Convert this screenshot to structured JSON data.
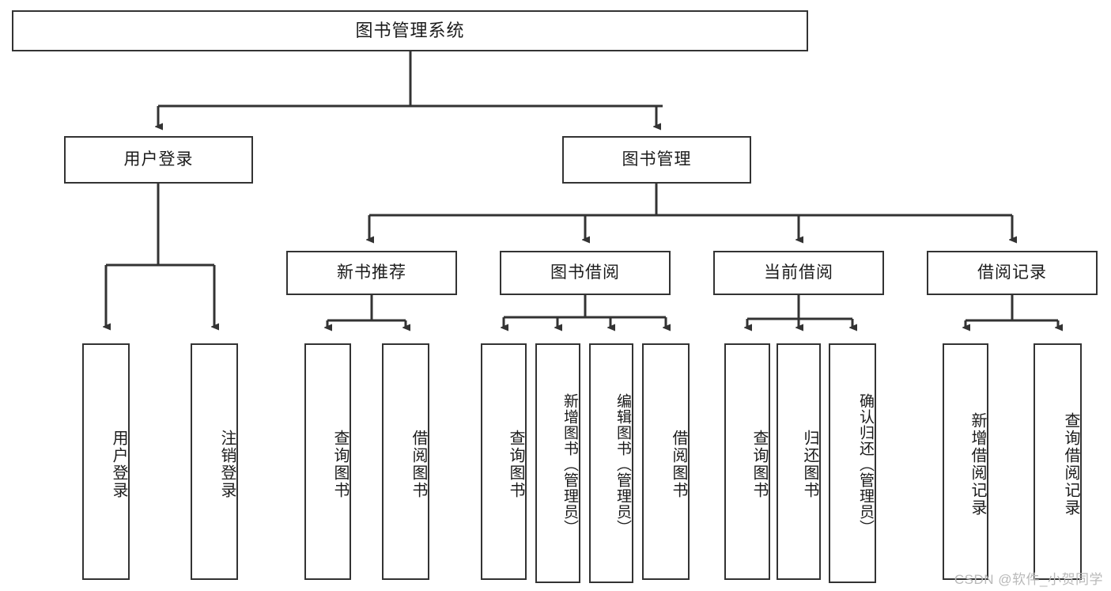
{
  "diagram": {
    "title": "图书管理系统",
    "type": "tree",
    "root": {
      "id": "root",
      "label": "图书管理系统"
    },
    "level2": [
      {
        "id": "user-login",
        "label": "用户登录"
      },
      {
        "id": "book-manage",
        "label": "图书管理"
      }
    ],
    "level3": [
      {
        "id": "new-book-recommend",
        "label": "新书推荐",
        "parent": "book-manage"
      },
      {
        "id": "book-borrow",
        "label": "图书借阅",
        "parent": "book-manage"
      },
      {
        "id": "current-borrow",
        "label": "当前借阅",
        "parent": "book-manage"
      },
      {
        "id": "borrow-record",
        "label": "借阅记录",
        "parent": "book-manage"
      }
    ],
    "leaves": [
      {
        "id": "leaf-user-login",
        "label": "用户登录",
        "parent": "user-login"
      },
      {
        "id": "leaf-logout-login",
        "label": "注销登录",
        "parent": "user-login"
      },
      {
        "id": "leaf-query-book-1",
        "label": "查询图书",
        "parent": "new-book-recommend"
      },
      {
        "id": "leaf-borrow-book-1",
        "label": "借阅图书",
        "parent": "new-book-recommend"
      },
      {
        "id": "leaf-query-book-2",
        "label": "查询图书",
        "parent": "book-borrow"
      },
      {
        "id": "leaf-add-book",
        "label": "新增图书（管理员）",
        "parent": "book-borrow"
      },
      {
        "id": "leaf-edit-book",
        "label": "编辑图书（管理员）",
        "parent": "book-borrow"
      },
      {
        "id": "leaf-borrow-book-2",
        "label": "借阅图书",
        "parent": "book-borrow"
      },
      {
        "id": "leaf-query-book-3",
        "label": "查询图书",
        "parent": "current-borrow"
      },
      {
        "id": "leaf-return-book",
        "label": "归还图书",
        "parent": "current-borrow"
      },
      {
        "id": "leaf-confirm-return",
        "label": "确认归还（管理员）",
        "parent": "current-borrow"
      },
      {
        "id": "leaf-add-record",
        "label": "新增借阅记录",
        "parent": "borrow-record"
      },
      {
        "id": "leaf-query-record",
        "label": "查询借阅记录",
        "parent": "borrow-record"
      }
    ],
    "watermark": "CSDN @软件_小贺同学",
    "colors": {
      "stroke": "#333333",
      "text": "#1b1b1b",
      "background": "#ffffff",
      "watermark": "#b9b9b9"
    }
  }
}
